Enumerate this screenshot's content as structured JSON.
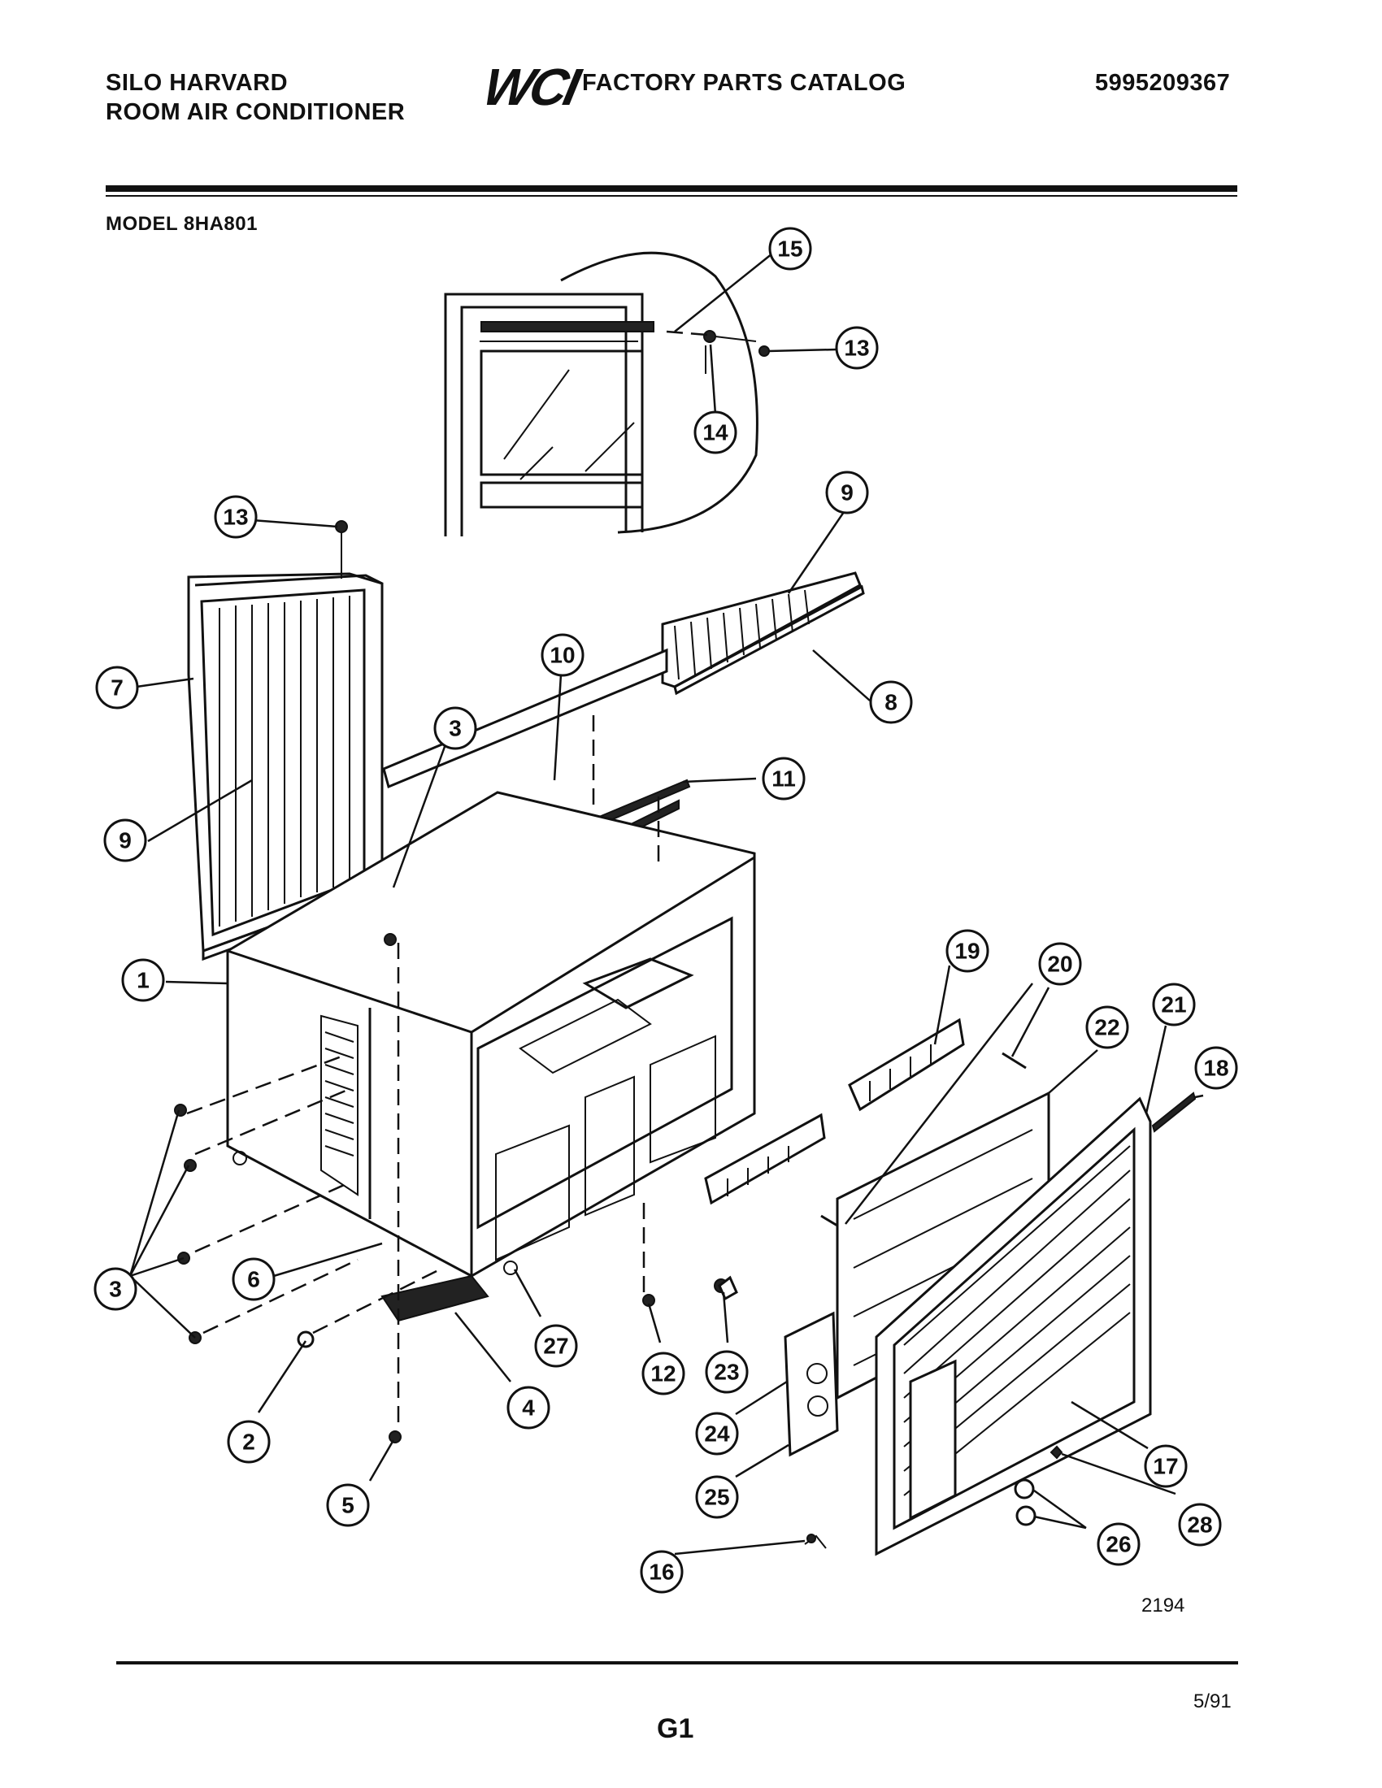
{
  "header": {
    "brand_line1": "SILO HARVARD",
    "brand_line2": "ROOM AIR CONDITIONER",
    "logo": "WCI",
    "catalog_title": "FACTORY PARTS CATALOG",
    "part_number": "5995209367"
  },
  "model": "MODEL 8HA801",
  "drawing_number": "2194",
  "footer": {
    "date": "5/91",
    "page_id": "G1"
  },
  "callouts": [
    {
      "key": "c15",
      "label": "15"
    },
    {
      "key": "c13a",
      "label": "13"
    },
    {
      "key": "c14",
      "label": "14"
    },
    {
      "key": "c13b",
      "label": "13"
    },
    {
      "key": "c9a",
      "label": "9"
    },
    {
      "key": "c7",
      "label": "7"
    },
    {
      "key": "c10",
      "label": "10"
    },
    {
      "key": "c8",
      "label": "8"
    },
    {
      "key": "c3a",
      "label": "3"
    },
    {
      "key": "c11",
      "label": "11"
    },
    {
      "key": "c9b",
      "label": "9"
    },
    {
      "key": "c1",
      "label": "1"
    },
    {
      "key": "c19",
      "label": "19"
    },
    {
      "key": "c20",
      "label": "20"
    },
    {
      "key": "c21",
      "label": "21"
    },
    {
      "key": "c22",
      "label": "22"
    },
    {
      "key": "c18",
      "label": "18"
    },
    {
      "key": "c3b",
      "label": "3"
    },
    {
      "key": "c6",
      "label": "6"
    },
    {
      "key": "c27",
      "label": "27"
    },
    {
      "key": "c12",
      "label": "12"
    },
    {
      "key": "c23",
      "label": "23"
    },
    {
      "key": "c4",
      "label": "4"
    },
    {
      "key": "c2",
      "label": "2"
    },
    {
      "key": "c24",
      "label": "24"
    },
    {
      "key": "c17",
      "label": "17"
    },
    {
      "key": "c25",
      "label": "25"
    },
    {
      "key": "c5",
      "label": "5"
    },
    {
      "key": "c28",
      "label": "28"
    },
    {
      "key": "c26",
      "label": "26"
    },
    {
      "key": "c16",
      "label": "16"
    }
  ]
}
